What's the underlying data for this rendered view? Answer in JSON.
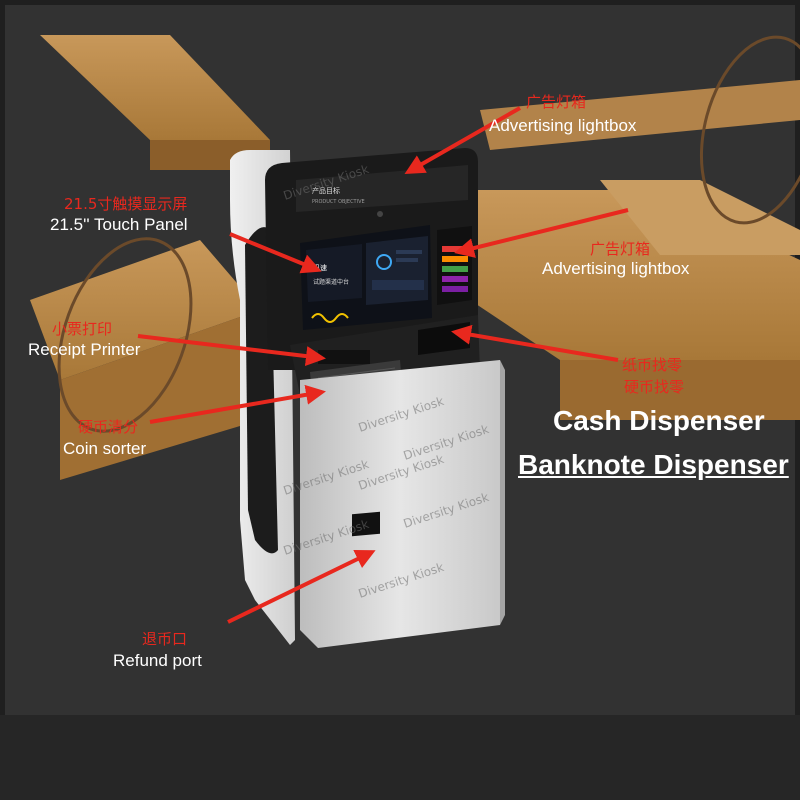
{
  "labels": {
    "ad_top_cn": "广告灯箱",
    "ad_top_en": "Advertising lightbox",
    "touch_cn": "21.5寸触摸显示屏",
    "touch_en": "21.5'' Touch Panel",
    "ad_side_cn": "广告灯箱",
    "ad_side_en": "Advertising lightbox",
    "printer_cn": "小票打印",
    "printer_en": "Receipt Printer",
    "dispense_cn_1": "纸币找零",
    "dispense_cn_2": "硬币找零",
    "cash_dispenser": "Cash Dispenser",
    "banknote_dispenser": "Banknote Dispenser",
    "coin_cn": "硬币清分",
    "coin_en": "Coin sorter",
    "refund_cn": "退币口",
    "refund_en": "Refund port"
  },
  "kiosk": {
    "header_title": "产品目标",
    "header_subtitle": "PRODUCT OBJECTIVE",
    "screen_text_1": "迅速",
    "screen_text_2": "试题渠道中台",
    "watermark": "Diversity Kiosk"
  },
  "colors": {
    "annotation_red": "#e8281e",
    "annotation_white": "#ffffff",
    "background": "#2c2c2c",
    "kiosk_body": "#d9d9d9",
    "wood": "#b98848"
  }
}
